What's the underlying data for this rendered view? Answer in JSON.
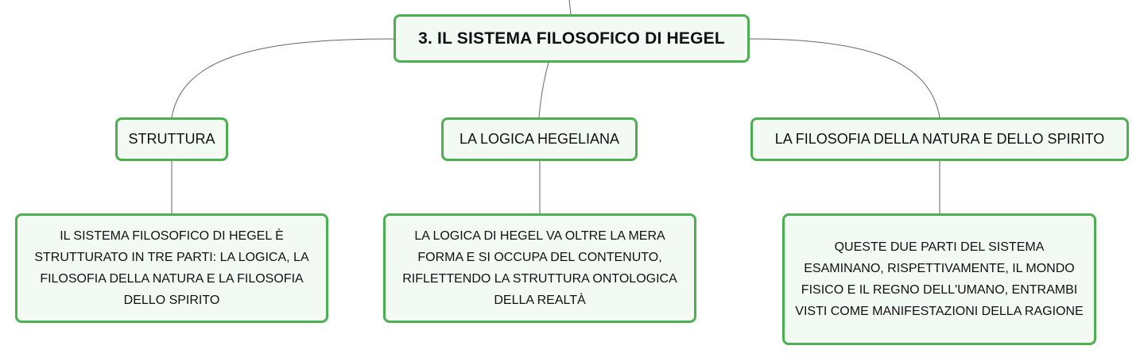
{
  "root": {
    "label": "3. IL SISTEMA FILOSOFICO DI HEGEL"
  },
  "topics": [
    {
      "label": "STRUTTURA",
      "description": "IL SISTEMA FILOSOFICO DI HEGEL È STRUTTURATO IN TRE PARTI: LA LOGICA, LA FILOSOFIA DELLA NATURA E LA FILOSOFIA DELLO SPIRITO"
    },
    {
      "label": "LA LOGICA HEGELIANA",
      "description": "LA LOGICA DI HEGEL VA OLTRE LA MERA FORMA E SI OCCUPA DEL CONTENUTO, RIFLETTENDO LA STRUTTURA ONTOLOGICA DELLA REALTÀ"
    },
    {
      "label": "LA FILOSOFIA DELLA NATURA E DELLO SPIRITO",
      "description": "QUESTE DUE PARTI DEL SISTEMA ESAMINANO, RISPETTIVAMENTE, IL MONDO FISICO E IL REGNO DELL'UMANO, ENTRAMBI VISTI COME MANIFESTAZIONI DELLA RAGIONE"
    }
  ],
  "colors": {
    "node_border": "#4caf50",
    "node_fill": "#f3faf3",
    "connector": "#666666"
  }
}
